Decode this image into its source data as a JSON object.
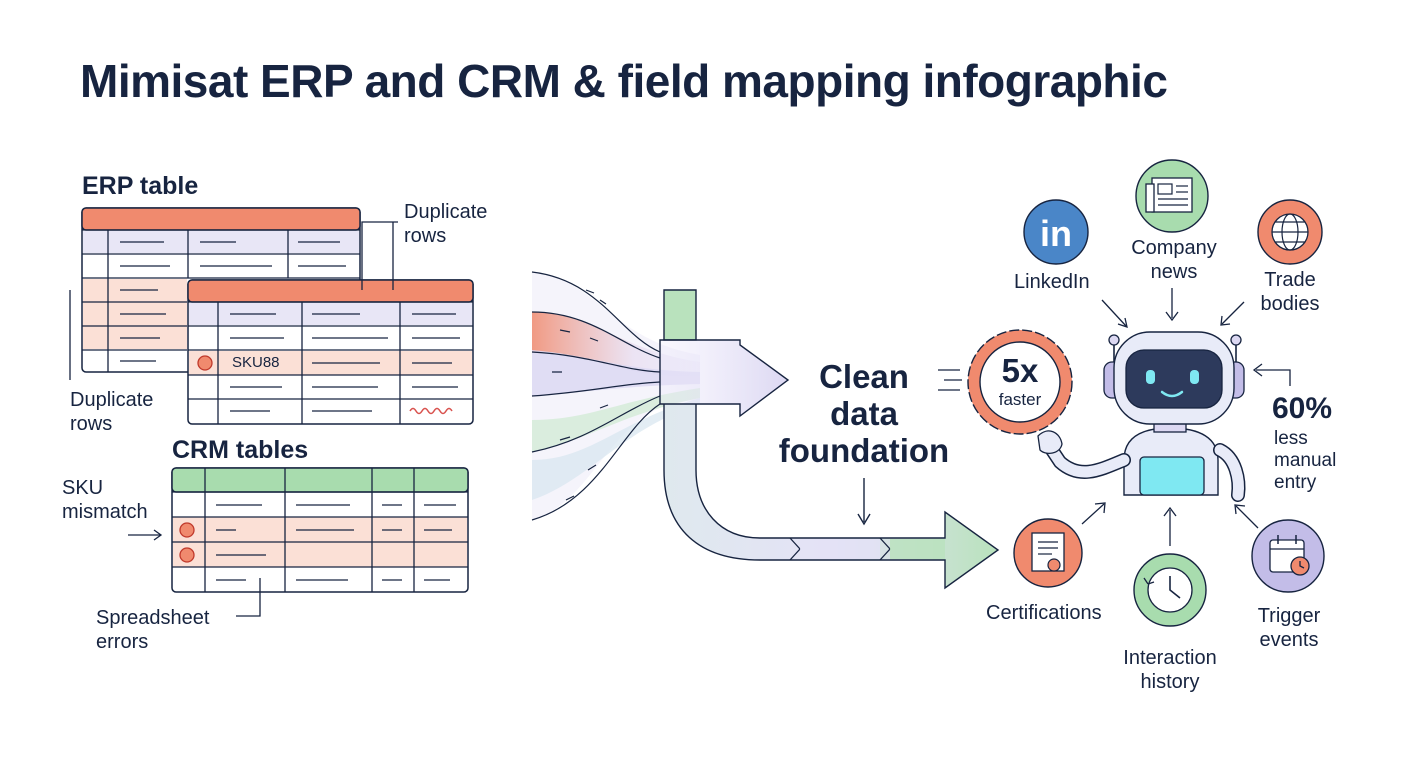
{
  "title": "Mimisat ERP and CRM & field mapping infographic",
  "left": {
    "erp_table_label": "ERP table",
    "crm_tables_label": "CRM tables",
    "annotations": {
      "duplicate_rows_top": "Duplicate\nrows",
      "duplicate_rows_left": "Duplicate\nrows",
      "sku_mismatch": "SKU\nmismatch",
      "spreadsheet_errors": "Spreadsheet\nerrors"
    },
    "sku_cell": "SKU88"
  },
  "center": {
    "headline": "Clean\ndata\nfoundation"
  },
  "badge": {
    "value": "5x",
    "label": "faster"
  },
  "stat": {
    "value": "60%",
    "label": "less\nmanual\nentry"
  },
  "sources": [
    {
      "label": "LinkedIn",
      "icon": "linkedin-icon",
      "color": "#4a86c8"
    },
    {
      "label": "Company\nnews",
      "icon": "newspaper-icon",
      "color": "#7cc58a"
    },
    {
      "label": "Trade\nbodies",
      "icon": "globe-icon",
      "color": "#f08a6e"
    },
    {
      "label": "Certifications",
      "icon": "certificate-icon",
      "color": "#f08a6e"
    },
    {
      "label": "Interaction\nhistory",
      "icon": "clock-icon",
      "color": "#7cc58a"
    },
    {
      "label": "Trigger\nevents",
      "icon": "calendar-icon",
      "color": "#b8a8e6"
    }
  ],
  "colors": {
    "navy": "#172440",
    "coral": "#f08a6e",
    "green": "#a8dcae",
    "lavender": "#dcd8f2",
    "robot_screen": "#7fe8f2"
  }
}
